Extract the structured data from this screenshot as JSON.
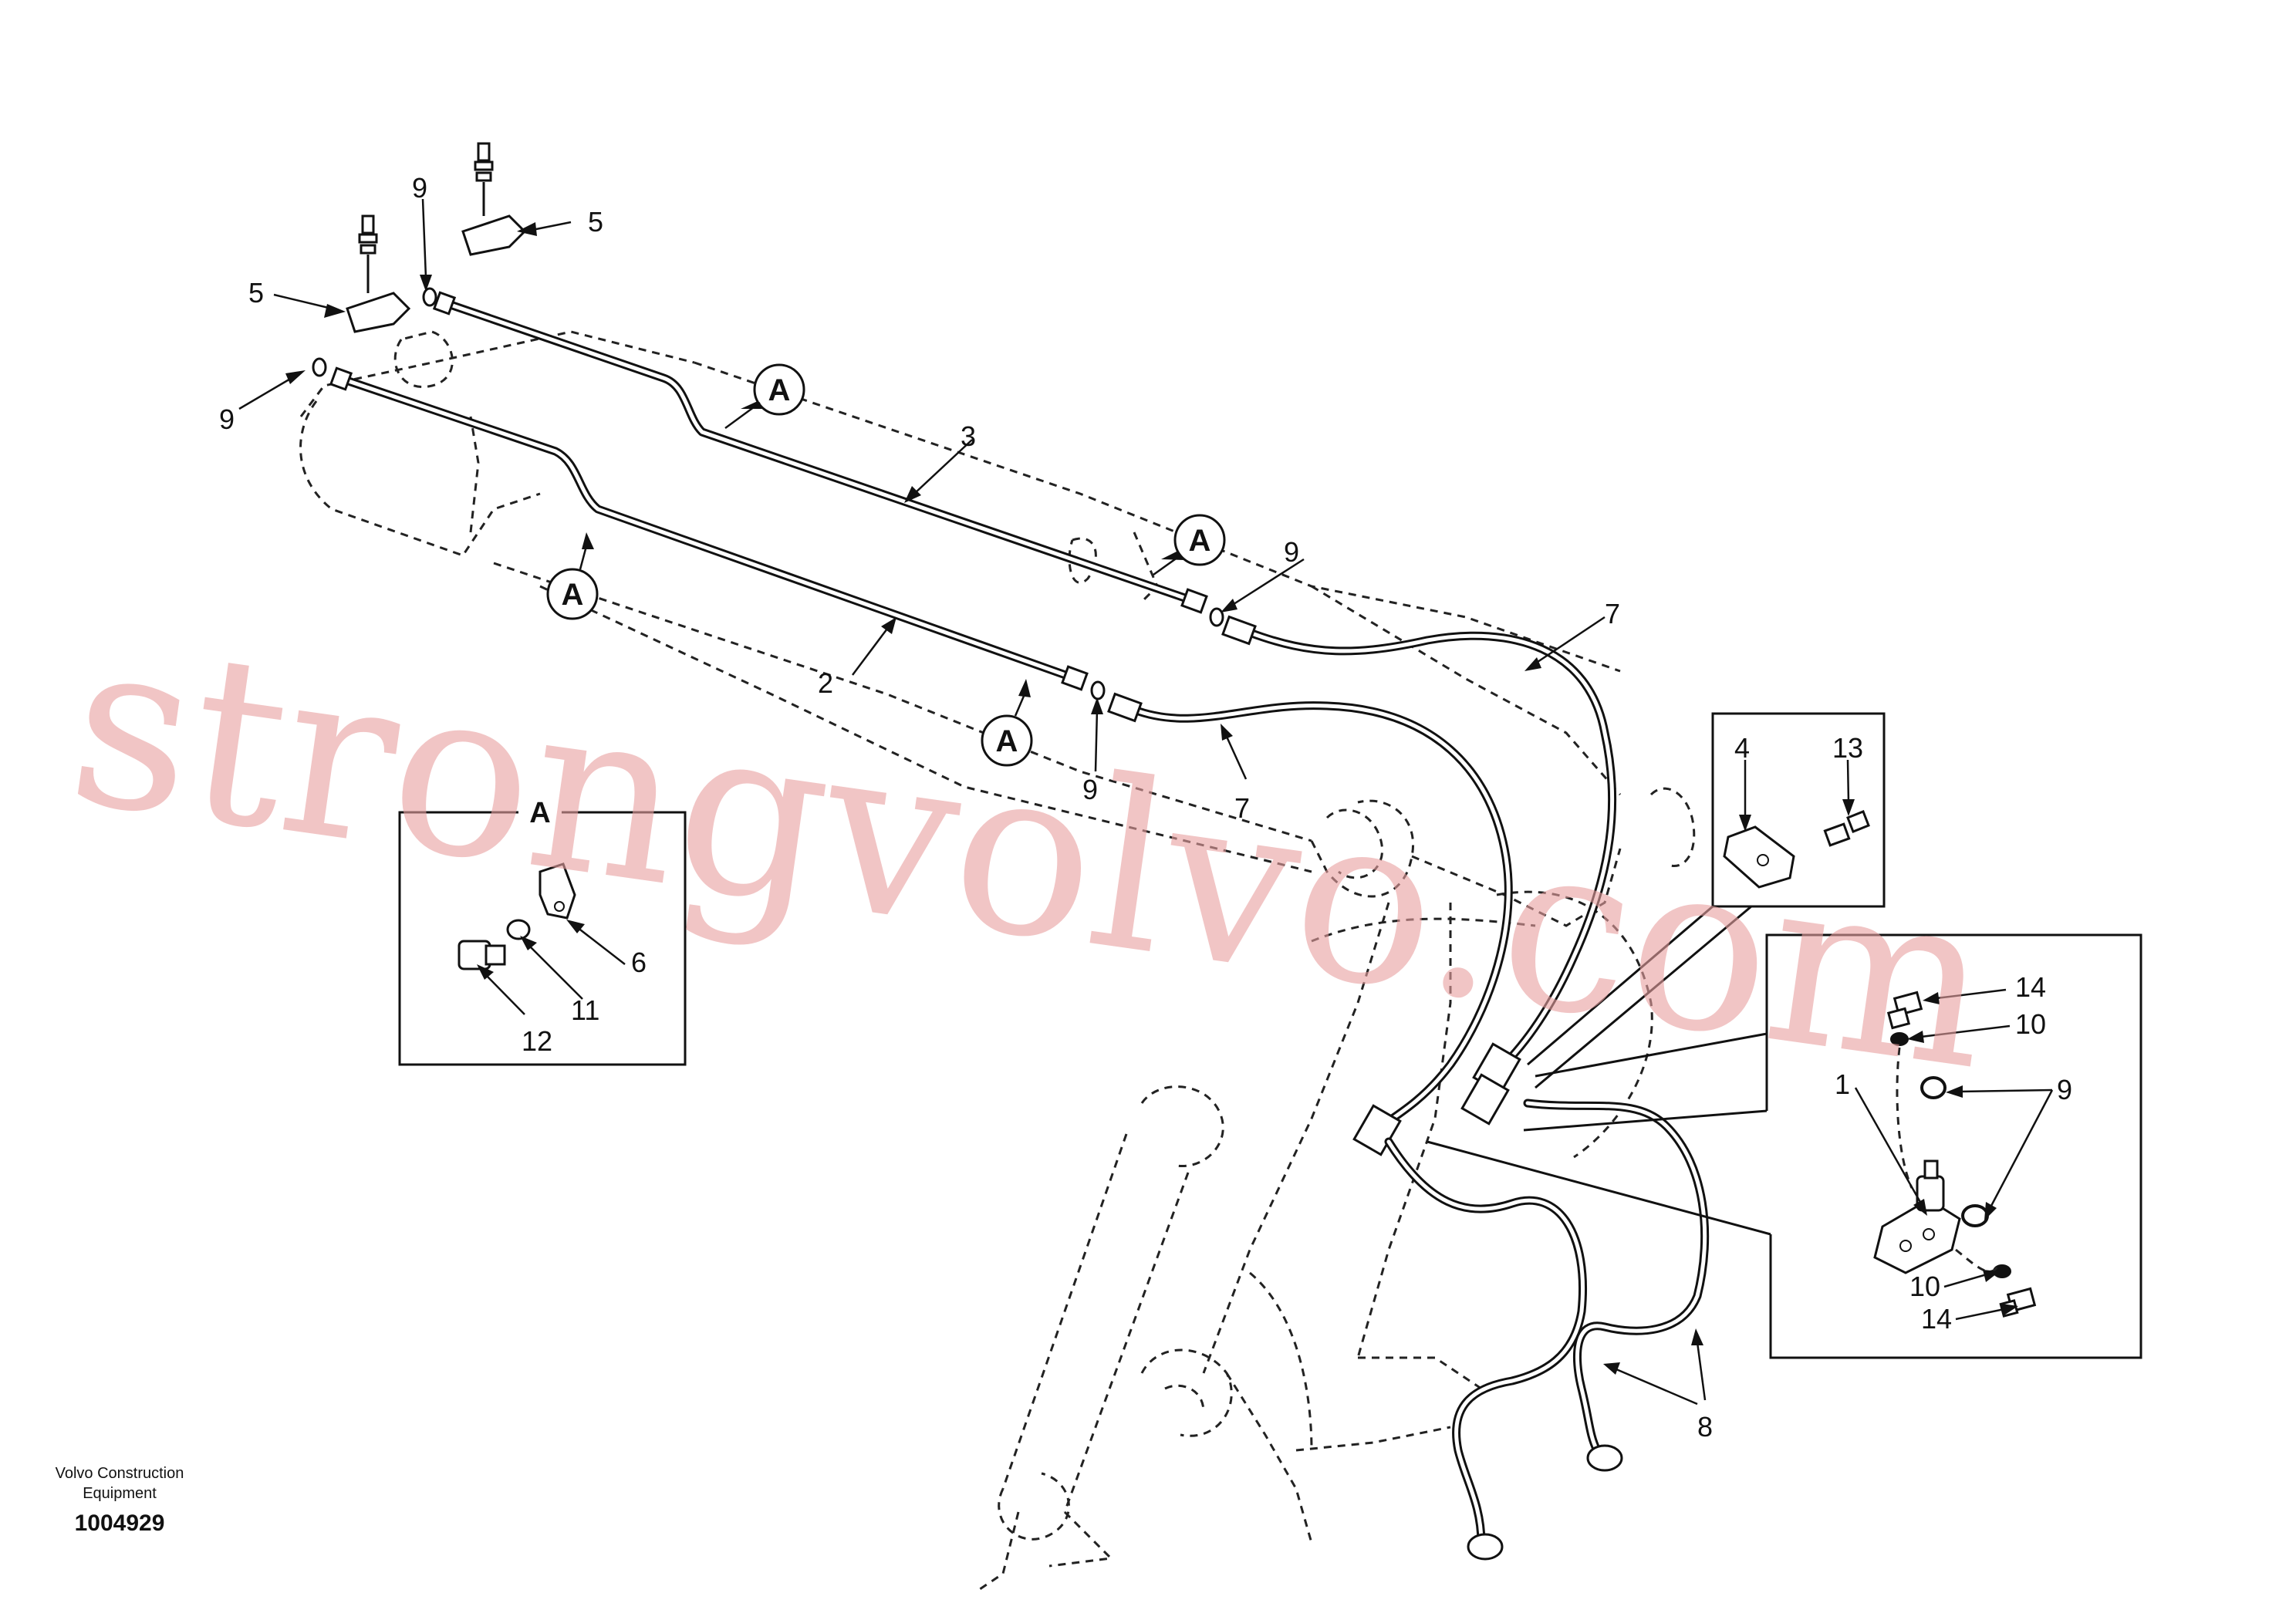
{
  "labels": {
    "tube_left_upper": "3",
    "tube_left_lower": "2",
    "hose_upper": "7",
    "hose_lower": "7",
    "clamp_upper": "5",
    "clamp_lower": "5",
    "oring_top": "9",
    "oring_left": "9",
    "oring_mid_upper": "9",
    "oring_mid_lower": "9",
    "hoses_bottom": "8",
    "detailA_clamp": "6",
    "detailA_washer": "11",
    "detailA_bolt": "12",
    "detail1_block": "4",
    "detail1_screw": "13",
    "detail2_block": "1",
    "detail2_screw_top": "14",
    "detail2_washer_top": "10",
    "detail2_oring": "9",
    "detail2_washer_bottom": "10",
    "detail2_screw_bottom": "14"
  },
  "callouts": {
    "ref_a_1": "A",
    "ref_a_2": "A",
    "ref_a_3": "A",
    "ref_a_4": "A"
  },
  "detail_a_title": "A",
  "footer": {
    "company_line1": "Volvo Construction",
    "company_line2": "Equipment",
    "drawing_number": "1004929"
  },
  "watermark": "strongvolvo.com"
}
